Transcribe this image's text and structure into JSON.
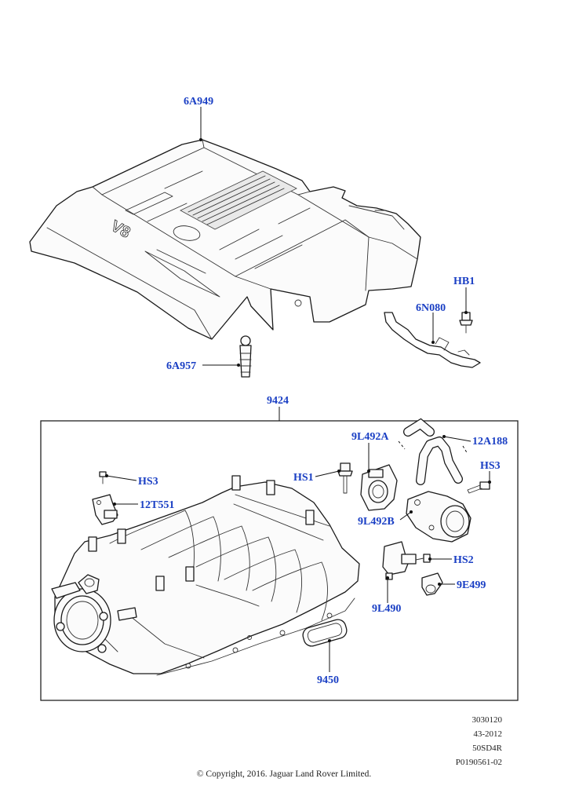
{
  "callouts": {
    "engine_cover": "6A949",
    "cover_stud": "6A957",
    "bolt_hb1": "HB1",
    "wiring_bracket": "6N080",
    "manifold_assembly": "9424",
    "valve_9l492a": "9L492A",
    "hose_12a188": "12A188",
    "screw_hs3_right": "HS3",
    "screw_hs1": "HS1",
    "screw_hs3_left": "HS3",
    "sensor_12t551": "12T551",
    "valve_9l492b": "9L492B",
    "screw_hs2": "HS2",
    "connector_9e499": "9E499",
    "actuator_9l490": "9L490",
    "gasket_9450": "9450"
  },
  "reference_codes": [
    "3030120",
    "43-2012",
    "50SD4R",
    "P0190561-02"
  ],
  "copyright": "© Copyright, 2016. Jaguar Land Rover Limited.",
  "cover_badge": "V8",
  "colors": {
    "callout_text": "#1a3fc4",
    "line_art": "#1a1a1a"
  }
}
